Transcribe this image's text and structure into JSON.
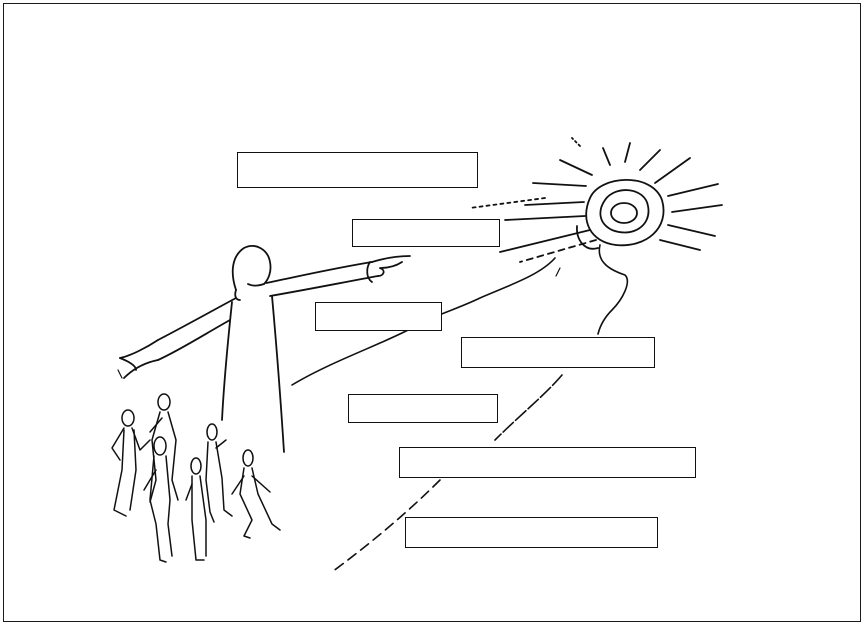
{
  "diagram": {
    "kind": "sketch-with-blank-label-boxes",
    "ink_color": "#111111",
    "background_color": "#ffffff",
    "blank_boxes": [
      {
        "id": "box-1",
        "label": ""
      },
      {
        "id": "box-2",
        "label": ""
      },
      {
        "id": "box-3",
        "label": ""
      },
      {
        "id": "box-4",
        "label": ""
      },
      {
        "id": "box-5",
        "label": ""
      },
      {
        "id": "box-6",
        "label": ""
      },
      {
        "id": "box-7",
        "label": ""
      }
    ],
    "illustration": {
      "figures": [
        "leader-pointing",
        "group-of-people",
        "sun",
        "winding-path"
      ]
    }
  }
}
